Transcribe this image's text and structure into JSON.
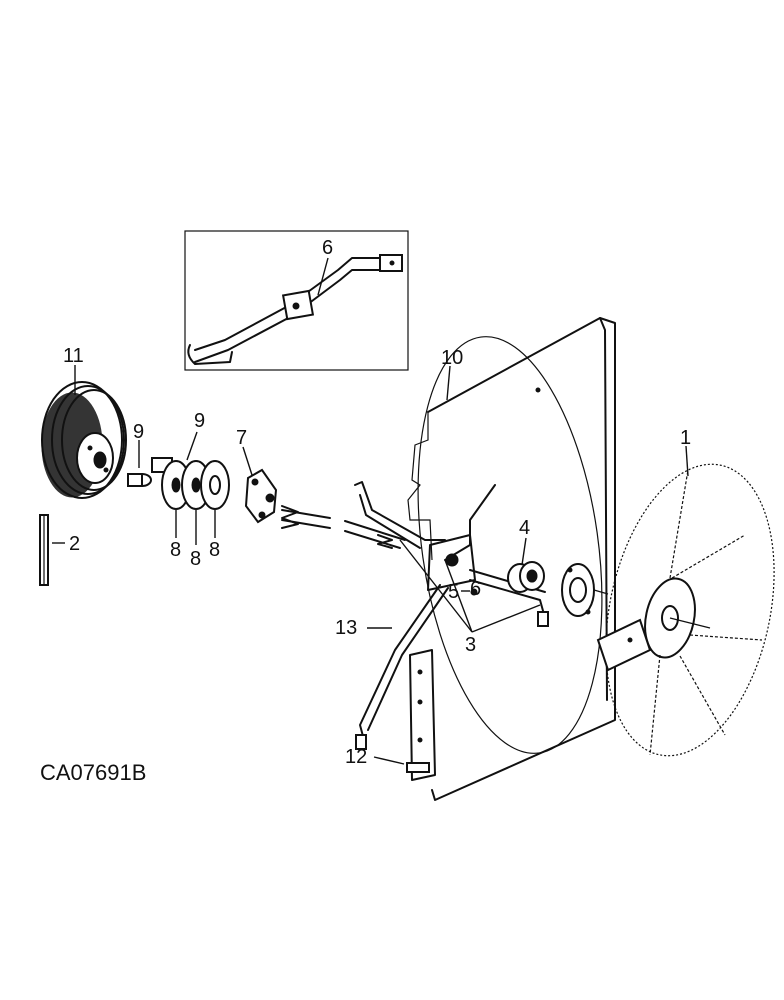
{
  "drawing_code": "CA07691B",
  "callouts": {
    "p1": "1",
    "p2": "2",
    "p3": "3",
    "p4": "4",
    "p5": "5",
    "p6_inset": "6",
    "p6_main": "6",
    "p7": "7",
    "p8a": "8",
    "p8b": "8",
    "p8c": "8",
    "p9a": "9",
    "p9b": "9",
    "p10": "10",
    "p11": "11",
    "p12": "12",
    "p13": "13"
  }
}
